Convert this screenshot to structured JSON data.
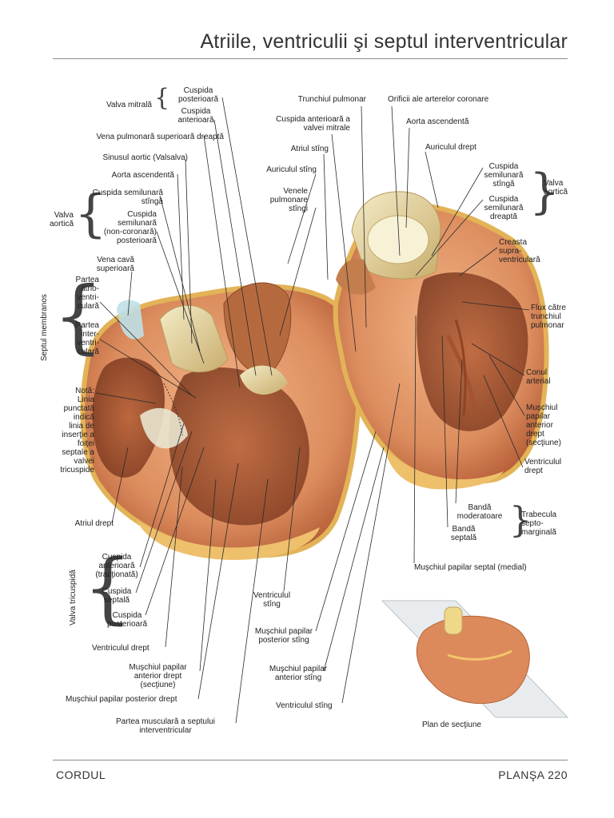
{
  "header": {
    "title": "Atriile, ventriculii şi septul interventricular"
  },
  "footer": {
    "left": "CORDUL",
    "right": "PLANŞA 220"
  },
  "labels": {
    "valva_mitrala": "Valva mitrală",
    "cuspida_posterioara": "Cuspida\nposterioară",
    "cuspida_anterioara": "Cuspida\nanterioară",
    "vena_pulmonara": "Vena pulmonară superioară dreaptă",
    "sinus_aortic": "Sinusul aortic (Valsalva)",
    "aorta_asc_left": "Aorta ascendentă",
    "valva_aortica_left": "Valva\naortică",
    "cusp_semilunar_stinga": "Cuspida semilunară\nstîngă",
    "cusp_semilunar_noncor": "Cuspida\nsemilunară\n(non-coronară)\nposterioară",
    "vena_cava": "Vena cavă\nsuperioară",
    "septul_membranos": "Septul membranos",
    "partea_av": "Partea\natrio-\nventri-\nculară",
    "partea_iv": "Partea\ninter-\nventri-\nculară",
    "nota": "Notă:\nLinia\npunctată\nindică\nlinia de\ninserţie a\nfoiţei\nseptale a\nvalvei\ntricuspide",
    "atriul_drept": "Atriul drept",
    "valva_tricuspida": "Valva tricuspidă",
    "cusp_ant_tract": "Cuspida\nanterioară\n(tracţionată)",
    "cusp_septala": "Cuspida\nseptală",
    "cusp_posterioara": "Cuspida\nposterioară",
    "ventriculul_drept_bottom": "Ventriculul drept",
    "muschi_ant_drept": "Muşchiul papilar\nanterior drept\n(secţiune)",
    "muschi_post_drept": "Muşchiul papilar posterior drept",
    "partea_musculara": "Partea musculară a septului\ninterventricular",
    "truncul": "Trunchiul pulmonar",
    "cusp_ant_mitrala": "Cuspida anterioară a\nvalvei mitrale",
    "atriul_sting": "Atriul stîng",
    "auriculul_sting": "Auriculul stîng",
    "venele_pulm": "Venele\npulmonare\nstîngi",
    "ventriculul_sting_mid": "Ventriculul\nstîng",
    "muschi_post_sting": "Muşchiul papilar\nposterior stîng",
    "muschi_ant_sting": "Muşchiul papilar\nanterior stîng",
    "ventriculul_sting_bottom": "Ventriculul stîng",
    "orificii": "Orificii ale arterelor coronare",
    "aorta_asc_right": "Aorta ascendentă",
    "auriculul_drept": "Auriculul drept",
    "cusp_sem_stinga_r": "Cuspida\nsemilunară\nstîngă",
    "cusp_sem_dreapta_r": "Cuspida\nsemilunară\ndreaptă",
    "valva_aortica_right": "Valva\naortică",
    "creasta": "Creasta\nsupra-\nventriculară",
    "flux": "Flux către\ntrunchiul\npulmonar",
    "conul": "Conul\narterial",
    "muschi_ant_drept_r": "Muşchiul\npapilar\nanterior\ndrept\n(secţiune)",
    "ventriculul_drept_r": "Ventriculul\ndrept",
    "banda_mod": "Bandă\nmoderatoare",
    "banda_sept": "Bandă\nseptală",
    "trabecula": "Trabecula\nsepto-\nmarginală",
    "muschi_septal": "Muşchiul papilar septal (medial)",
    "plan": "Plan de secţiune"
  },
  "colors": {
    "myocardium": "#d98a5c",
    "myocardium_dark": "#a9532f",
    "fat": "#f2c86a",
    "valve": "#ece6c8",
    "aorta": "#e8d9a3"
  }
}
